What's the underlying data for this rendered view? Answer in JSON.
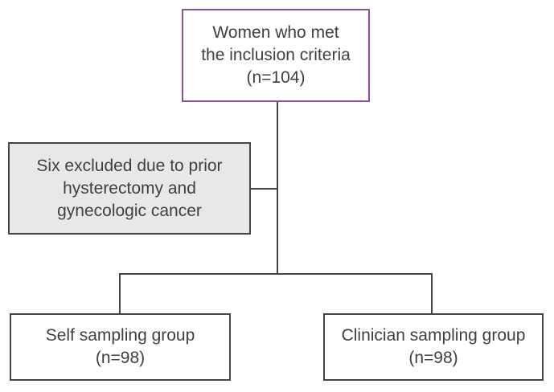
{
  "colors": {
    "accent_purple": "#8d4fa5",
    "line": "#454545",
    "text": "#3f3f3f",
    "excluded_fill": "#e8e8e8"
  },
  "nodes": {
    "inclusion": {
      "lines": [
        "Women who met",
        "the inclusion criteria",
        "(n=104)"
      ],
      "n": 104
    },
    "excluded": {
      "lines": [
        "Six excluded due to prior",
        "hysterectomy and",
        "gynecologic cancer"
      ],
      "n": 6
    },
    "self_sampling": {
      "lines": [
        "Self sampling group",
        "(n=98)"
      ],
      "n": 98
    },
    "clinician_sampling": {
      "lines": [
        "Clinician sampling group",
        "(n=98)"
      ],
      "n": 98
    }
  }
}
